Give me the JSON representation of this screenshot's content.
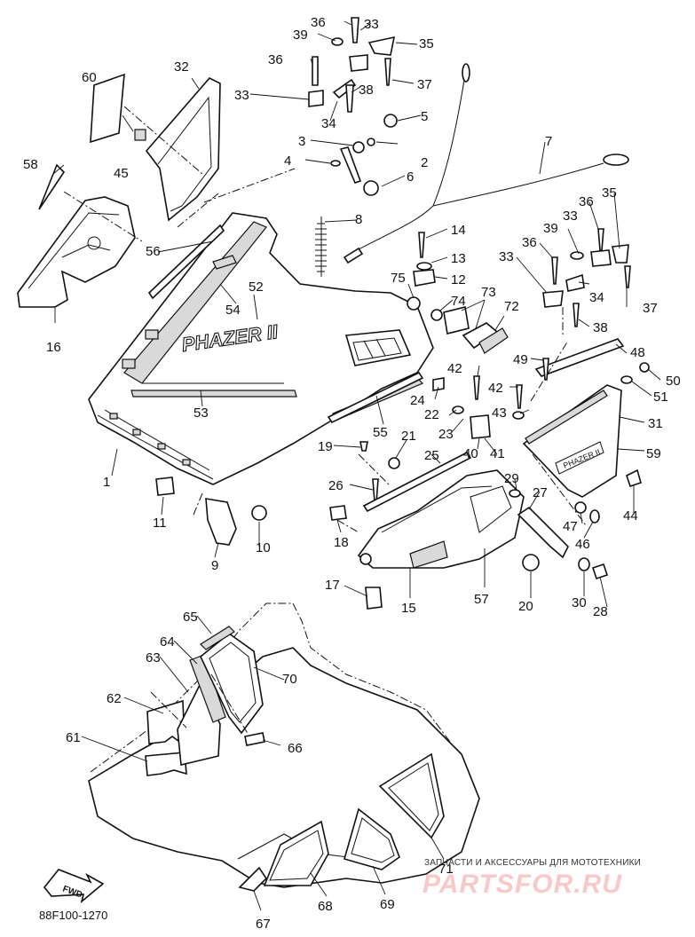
{
  "diagram": {
    "brand_text": "PHAZER II",
    "diagram_code": "88F100-1270",
    "fwd_label": "FWD",
    "watermark_line1": "ЗАПЧАСТИ И АКСЕССУАРЫ ДЛЯ МОТОТЕХНИКИ",
    "watermark_line2": "PARTSFOR.RU",
    "part_numbers": [
      "1",
      "2",
      "3",
      "4",
      "5",
      "6",
      "7",
      "8",
      "9",
      "10",
      "11",
      "12",
      "13",
      "14",
      "15",
      "16",
      "17",
      "18",
      "19",
      "20",
      "21",
      "22",
      "23",
      "24",
      "25",
      "26",
      "27",
      "28",
      "29",
      "30",
      "31",
      "32",
      "33",
      "33",
      "33",
      "33",
      "34",
      "34",
      "35",
      "35",
      "36",
      "36",
      "36",
      "36",
      "37",
      "37",
      "38",
      "38",
      "39",
      "39",
      "40",
      "41",
      "42",
      "42",
      "43",
      "44",
      "45",
      "46",
      "47",
      "48",
      "49",
      "50",
      "51",
      "52",
      "53",
      "54",
      "55",
      "56",
      "57",
      "58",
      "59",
      "60",
      "61",
      "62",
      "63",
      "64",
      "65",
      "66",
      "67",
      "68",
      "69",
      "70",
      "71",
      "72",
      "73",
      "74",
      "75"
    ]
  }
}
